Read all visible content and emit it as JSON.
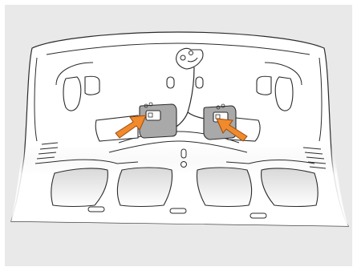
{
  "figure": {
    "description_free": true,
    "colors": {
      "panel_background": "#e9e9e9",
      "outline": "#2b2b2b",
      "arrow": "#f08a2c",
      "arrow_stroke": "#9a4a10",
      "highlight_pad": "#a9a9a9"
    },
    "arrows": [
      {
        "name": "left-connector-arrow",
        "points_to": "left-connector"
      },
      {
        "name": "right-connector-arrow",
        "points_to": "right-connector"
      }
    ]
  }
}
